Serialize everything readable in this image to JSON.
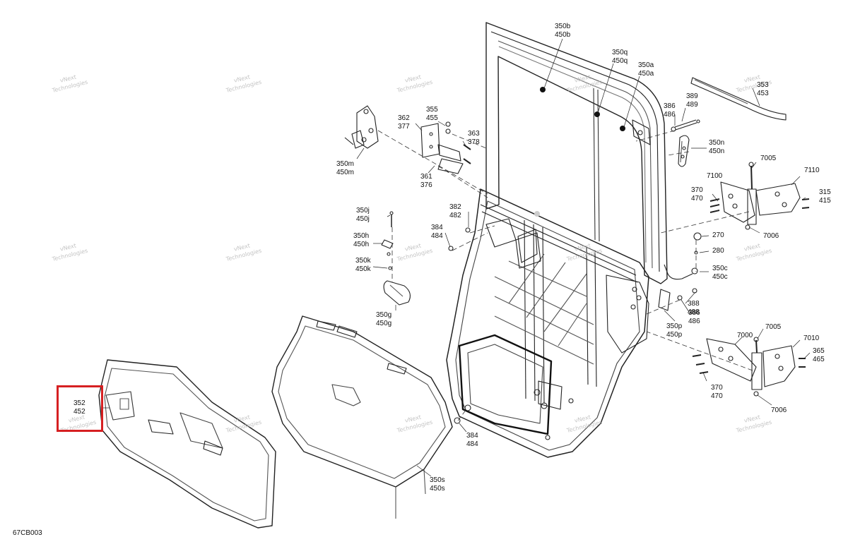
{
  "diagram_code": "67CB003",
  "highlight_color": "#d62022",
  "watermark": {
    "line1": "vNext",
    "line2": "Technologies"
  },
  "labels": {
    "l350b": [
      "350b",
      "450b"
    ],
    "l350q": [
      "350q",
      "450q"
    ],
    "l350a": [
      "350a",
      "450a"
    ],
    "l353": [
      "353",
      "453"
    ],
    "l355": [
      "355",
      "455"
    ],
    "l362": [
      "362",
      "377"
    ],
    "l363": [
      "363",
      "378"
    ],
    "l361": [
      "361",
      "376"
    ],
    "l350m": [
      "350m",
      "450m"
    ],
    "l389": [
      "389",
      "489"
    ],
    "l386a": [
      "386",
      "486"
    ],
    "l350n": [
      "350n",
      "450n"
    ],
    "l7005a": [
      "7005"
    ],
    "l7100": [
      "7100"
    ],
    "l7110": [
      "7110"
    ],
    "l370a": [
      "370",
      "470"
    ],
    "l315": [
      "315",
      "415"
    ],
    "l7006a": [
      "7006"
    ],
    "l382": [
      "382",
      "482"
    ],
    "l350j": [
      "350j",
      "450j"
    ],
    "l384a": [
      "384",
      "484"
    ],
    "l350h": [
      "350h",
      "450h"
    ],
    "l350k": [
      "350k",
      "450k"
    ],
    "l350g": [
      "350g",
      "450g"
    ],
    "l270": [
      "270"
    ],
    "l280": [
      "280"
    ],
    "l350c": [
      "350c",
      "450c"
    ],
    "l388": [
      "388",
      "488"
    ],
    "l386b": [
      "386",
      "486"
    ],
    "l350p": [
      "350p",
      "450p"
    ],
    "l7005b": [
      "7005"
    ],
    "l7000": [
      "7000"
    ],
    "l7010": [
      "7010"
    ],
    "l365": [
      "365",
      "465"
    ],
    "l370b": [
      "370",
      "470"
    ],
    "l7006b": [
      "7006"
    ],
    "l352": [
      "352",
      "452"
    ],
    "l384b": [
      "384",
      "484"
    ],
    "l350s": [
      "350s",
      "450s"
    ]
  }
}
